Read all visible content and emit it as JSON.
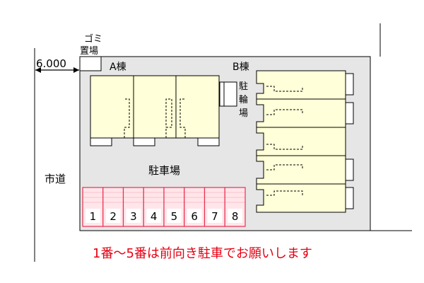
{
  "labels": {
    "garbage_line1": "ゴミ",
    "garbage_line2": "置場",
    "road_width": "6.000",
    "building_a": "A棟",
    "building_b": "B棟",
    "bike_parking_1": "駐",
    "bike_parking_2": "輪",
    "bike_parking_3": "場",
    "parking_lot": "駐車場",
    "city_road": "市道"
  },
  "parking_spaces": [
    "1",
    "2",
    "3",
    "4",
    "5",
    "6",
    "7",
    "8"
  ],
  "notice": "1番～5番は前向き駐車でお願いします",
  "colors": {
    "site": "#e6e6e6",
    "building": "#ffffd9",
    "parking_fill": "#ffe6ea",
    "parking_stroke": "#e83050",
    "notice": "#e60012"
  }
}
